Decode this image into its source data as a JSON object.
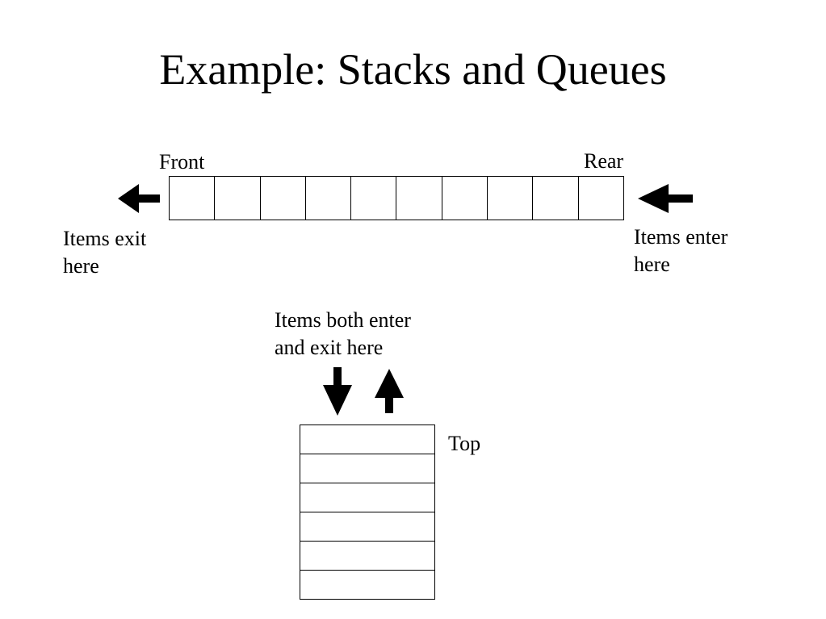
{
  "title": "Example: Stacks and Queues",
  "queue": {
    "front_label": "Front",
    "rear_label": "Rear",
    "exit_label": "Items exit\nhere",
    "enter_label": "Items enter\nhere",
    "cell_count": 10
  },
  "stack": {
    "both_label": "Items both enter\nand exit here",
    "top_label": "Top",
    "cell_count": 6
  },
  "icons": {
    "queue_exit_arrow": "arrow-left",
    "queue_enter_arrow": "arrow-left",
    "stack_enter_arrow": "arrow-down",
    "stack_exit_arrow": "arrow-up"
  }
}
